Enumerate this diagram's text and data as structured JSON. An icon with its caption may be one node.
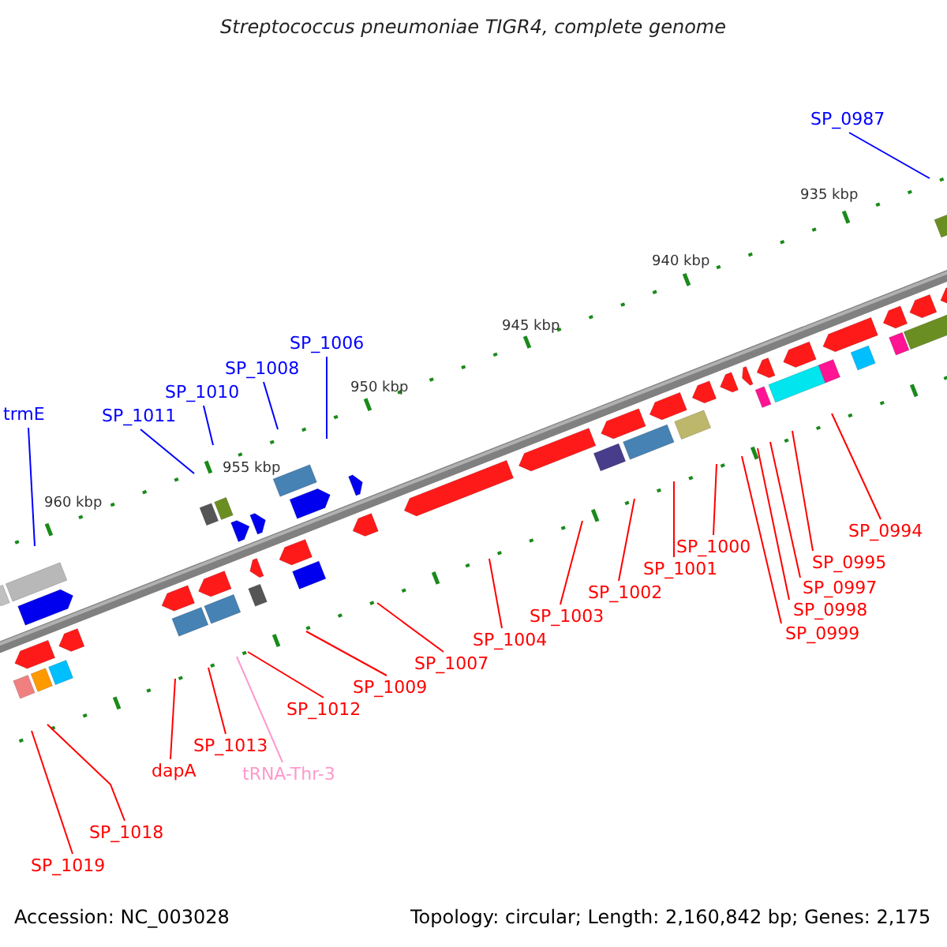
{
  "diagram": {
    "title": "Streptococcus pneumoniae TIGR4, complete genome",
    "nodes": [
      {
        "text": [
          "SP_0987"
        ]
      },
      {
        "text": [
          "trmE"
        ]
      },
      {
        "text": [
          "SP_1011"
        ]
      },
      {
        "text": [
          "SP_1010"
        ]
      },
      {
        "text": [
          "SP_1008"
        ]
      },
      {
        "text": [
          "SP_1006"
        ]
      },
      {
        "text": [
          "SP_0994"
        ]
      },
      {
        "text": [
          "SP_0995"
        ]
      },
      {
        "text": [
          "SP_0997"
        ]
      },
      {
        "text": [
          "SP_0998"
        ]
      },
      {
        "text": [
          "SP_0999"
        ]
      },
      {
        "text": [
          "SP_1000"
        ]
      },
      {
        "text": [
          "SP_1001"
        ]
      },
      {
        "text": [
          "SP_1002"
        ]
      },
      {
        "text": [
          "SP_1003"
        ]
      },
      {
        "text": [
          "SP_1004"
        ]
      },
      {
        "text": [
          "SP_1007"
        ]
      },
      {
        "text": [
          "SP_1009"
        ]
      },
      {
        "text": [
          "SP_1012"
        ]
      },
      {
        "text": [
          "SP_1013"
        ]
      },
      {
        "text": [
          "dapA"
        ]
      },
      {
        "text": [
          "tRNA-Thr-3"
        ]
      },
      {
        "text": [
          "SP_1018"
        ]
      },
      {
        "text": [
          "SP_1019"
        ]
      }
    ],
    "edges": [
      {
        "from": 0,
        "to": null,
        "arrow": "none",
        "color": "#0000ff"
      },
      {
        "from": 1,
        "to": null,
        "arrow": "none",
        "color": "#0000ff"
      },
      {
        "from": 2,
        "to": null,
        "arrow": "none",
        "color": "#0000ff"
      },
      {
        "from": 3,
        "to": null,
        "arrow": "none",
        "color": "#0000ff"
      },
      {
        "from": 4,
        "to": null,
        "arrow": "none",
        "color": "#0000ff"
      },
      {
        "from": 5,
        "to": null,
        "arrow": "none",
        "color": "#0000ff"
      },
      {
        "from": 6,
        "to": null,
        "arrow": "none"
      },
      {
        "from": 7,
        "to": null,
        "arrow": "none"
      },
      {
        "from": 8,
        "to": null,
        "arrow": "none"
      },
      {
        "from": 9,
        "to": null,
        "arrow": "none"
      },
      {
        "from": 10,
        "to": null,
        "arrow": "none"
      },
      {
        "from": 11,
        "to": null,
        "arrow": "none"
      },
      {
        "from": 12,
        "to": null,
        "arrow": "none"
      },
      {
        "from": 13,
        "to": null,
        "arrow": "none"
      },
      {
        "from": 14,
        "to": null,
        "arrow": "none"
      },
      {
        "from": 15,
        "to": null,
        "arrow": "none"
      },
      {
        "from": 16,
        "to": null,
        "arrow": "none"
      },
      {
        "from": 17,
        "to": null,
        "arrow": "none"
      },
      {
        "from": 18,
        "to": null,
        "arrow": "none"
      },
      {
        "from": 19,
        "to": null,
        "arrow": "none"
      },
      {
        "from": 20,
        "to": null,
        "arrow": "none"
      },
      {
        "from": 21,
        "to": null,
        "arrow": "none",
        "color": "#ff99cc"
      },
      {
        "from": 22,
        "to": null,
        "arrow": "none"
      },
      {
        "from": 23,
        "to": null,
        "arrow": "none"
      }
    ],
    "labels": [
      "935 kbp",
      "940 kbp",
      "945 kbp",
      "950 kbp",
      "955 kbp",
      "960 kbp",
      "Accession: NC_003028",
      "Topology: circular; Length: 2,160,842 bp; Genes: 2,175"
    ]
  }
}
